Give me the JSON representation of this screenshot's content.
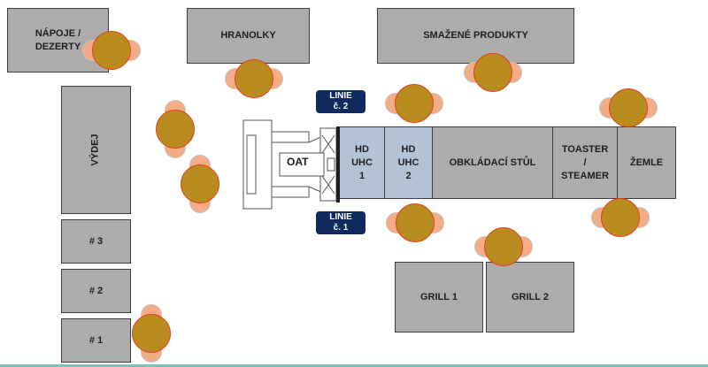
{
  "stations": {
    "napoje": "NÁPOJE / DEZERTY",
    "hranolky": "HRANOLKY",
    "smazene": "SMAŽENÉ PRODUKTY",
    "vydej": "VÝDEJ",
    "pos3": "# 3",
    "pos2": "# 2",
    "pos1": "# 1",
    "hd_uhc_1": [
      "HD",
      "UHC",
      "1"
    ],
    "hd_uhc_2": [
      "HD",
      "UHC",
      "2"
    ],
    "obkladaci": "OBKLÁDACÍ STŮL",
    "toaster": [
      "TOASTER",
      "/",
      "STEAMER"
    ],
    "zemle": "ŽEMLE",
    "grill1": "GRILL 1",
    "grill2": "GRILL 2",
    "oat": "OAT"
  },
  "lines": {
    "line2": [
      "LINIE",
      "č. 2"
    ],
    "line1": [
      "LINIE",
      "č. 1"
    ]
  },
  "colors": {
    "station": "#aeabab",
    "uhc": "#b4c2d6",
    "badge": "#0f2a5e",
    "head": "#b98c20",
    "shoulder": "#f2ad86"
  }
}
